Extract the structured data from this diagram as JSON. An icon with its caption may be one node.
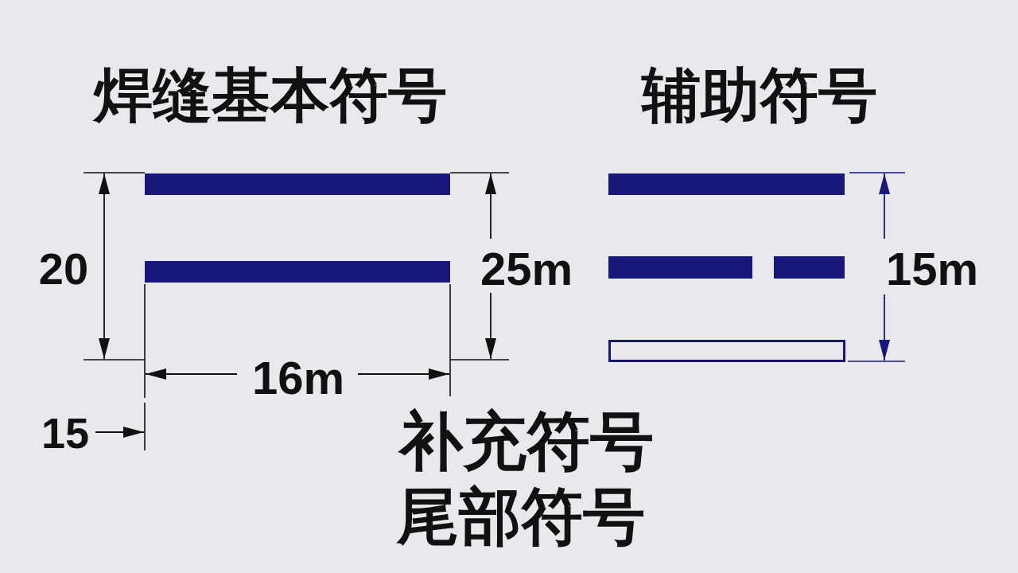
{
  "diagram": {
    "labels": [
      "焊缝基本符号",
      "辅助符号",
      "20",
      "25m",
      "15m",
      "16m",
      "15",
      "补充符号",
      "尾部符号"
    ]
  }
}
